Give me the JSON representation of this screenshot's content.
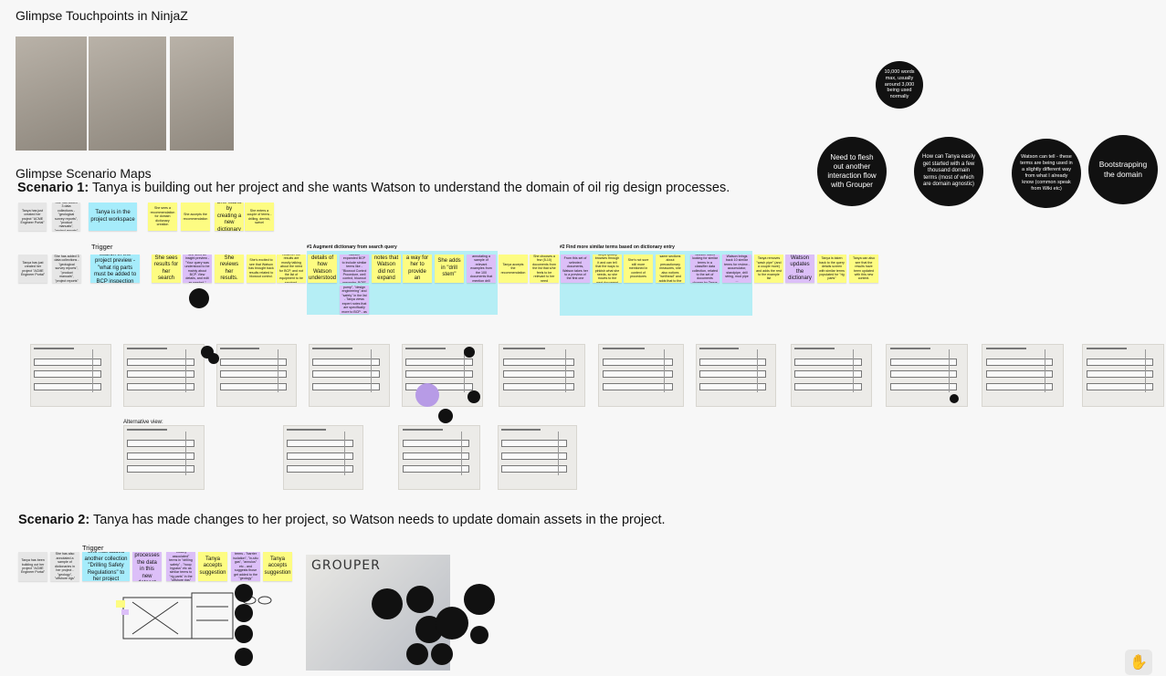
{
  "title": "Glimpse Touchpoints in NinjaZ",
  "subtitle": "Glimpse Scenario Maps",
  "scenario1": {
    "label": "Scenario 1:",
    "text": " Tanya is building out her project and she wants Watson to understand the domain of oil rig design processes."
  },
  "scenario2": {
    "label": "Scenario 2:",
    "text": " Tanya has made changes to her project, so Watson needs to update domain assets in the project."
  },
  "trigger": "Trigger",
  "region1": "#1 Augment dictionary from search query",
  "region2": "#2 Find more similar terms based on dictionary entry",
  "alt_view": "Alternative view:",
  "colors": {
    "grey": "#e6e6e6",
    "blue": "#a6ecfb",
    "yellow": "#fdfc82",
    "purple": "#dcbff8"
  },
  "row1": [
    {
      "c": "grey",
      "t": "Tanya has just created her project \"ACME Engineer Portal\""
    },
    {
      "c": "grey",
      "t": "She has added 3 data collections - \"geological survey reports\", \"product manuals\", \"project reports\""
    },
    {
      "c": "blue",
      "t": "Tanya is in the project workspace",
      "big": true
    },
    {
      "c": "yellow",
      "t": "She sees a recommendation for domain dictionary creation"
    },
    {
      "c": "yellow",
      "t": "She accepts the recommendation"
    },
    {
      "c": "yellow",
      "t": "She starts by creating a new dictionary",
      "big": true
    },
    {
      "c": "yellow",
      "t": "She enters a couple of terms - drilling, derrick, swivel"
    }
  ],
  "row2": [
    {
      "c": "grey",
      "t": "Tanya has just created her project \"ACME Engineer Portal\""
    },
    {
      "c": "grey",
      "t": "She has added 3 data collections - \"geological survey reports\", \"product manuals\", \"project reports\""
    },
    {
      "c": "blue",
      "t": "Tanya runs a search in the project preview - \"what rig parts must be added to BCP inspection list\"",
      "big": true
    },
    {
      "c": "yellow",
      "t": "She sees results for her search",
      "big": true
    },
    {
      "c": "purple",
      "t": "She sees an insight preview - \"Your query was understood to be mainly about BCP. View details, and edit as needed.\""
    },
    {
      "c": "yellow",
      "t": "She reviews her results.",
      "big": true
    },
    {
      "c": "yellow",
      "t": "She's excited to see that Watson has brought back results related to blowout control."
    },
    {
      "c": "yellow",
      "t": "However the results are mostly talking about the need for BCP, and not the list of equipment to be serviced."
    },
    {
      "c": "yellow",
      "t": "She views details of how Watson understood her query.",
      "big": true
    },
    {
      "c": "purple",
      "t": "Watson expanded BCP to include similar terms like - \"Blowout Control Procedure, well control, blowout preventer, BOP\""
    },
    {
      "c": "yellow",
      "t": "She also notes that Watson did not expand rig parts.",
      "big": true
    },
    {
      "c": "yellow",
      "t": "She sees a way for her to provide an example",
      "big": true
    },
    {
      "c": "yellow",
      "t": "She adds in \"drill stem\"",
      "big": true
    },
    {
      "c": "purple",
      "t": "Watson recommends annotating a sample of relevant examples from the 100 documents that mention drill stem in her project."
    },
    {
      "c": "yellow",
      "t": "Tanya accepts the recommendation"
    },
    {
      "c": "yellow",
      "t": "She chooses a few (5-10) documents from the list that s/he feels to be relevant to her need"
    },
    {
      "c": "purple",
      "t": "From this set of selected documents, Watson takes her to a preview of the first one"
    },
    {
      "c": "yellow",
      "t": "Tanya quickly browses through it and can tell that the ways to pinkish what she needs, so she moves to the next document"
    },
    {
      "c": "yellow",
      "t": "She's not sure still more mentioned in context of procedures"
    },
    {
      "c": "yellow",
      "t": "While skilled same sections about precautionary measures, she also notices \"wellhead\" and adds that to the list too"
    },
    {
      "c": "purple",
      "t": "Watson starts looking for similar terms in a classifier data collection, related to the set of documents chosen by Tanya"
    },
    {
      "c": "purple",
      "t": "Watson brings back 10 similar terms for review - accumulator, standpipe, drill string, mud pipe ..."
    },
    {
      "c": "yellow",
      "t": "Tanya removes \"wash pipe\" (and a couple more) and adds the rest to the example list"
    },
    {
      "c": "purple",
      "t": "Watson updates the dictionary",
      "big": true
    },
    {
      "c": "yellow",
      "t": "Tanya is taken back to the query details screen with similar terms populated for \"rig parts\""
    },
    {
      "c": "yellow",
      "t": "Tanya can also see that the results have been updated with this new context."
    }
  ],
  "row2_extra": {
    "c": "purple",
    "t": "It is also including \"crane pump\", \"design engineering\" and \"safety\" in the list - Tanya views expert notes that are specifically more to BCP - as any remains there."
  },
  "row3": [
    {
      "c": "grey",
      "t": "Tanya has been building out her project \"ACME Engineer Portal\""
    },
    {
      "c": "grey",
      "t": "She has also annotated a sample of dictionaries in her project - \"geology\", \"offshore rigs\""
    },
    {
      "c": "blue",
      "t": "She has added another collection \"Drilling Safety Regulations\" to her project",
      "big": true
    },
    {
      "c": "purple",
      "t": "Watson processes the data in this new dataset",
      "big": true
    },
    {
      "c": "purple",
      "t": "Watson suggests \"closely associated\" terms in \"drilling safety\" - \"hoop bypass\" etc as similar terms to \"rig parts\" in the \"offshore rigs\" dictionary"
    },
    {
      "c": "yellow",
      "t": "Tanya accepts suggestion",
      "big": true
    },
    {
      "c": "purple",
      "t": "Watson picks up terms - \"barrier isolation\", \"in-situ gas\", \"annulus\" etc - and suggests those get added to the \"geology\" dictionary"
    },
    {
      "c": "yellow",
      "t": "Tanya accepts suggestion",
      "big": true
    }
  ],
  "circles": [
    "10,000 words max, usually around 3,000 being used normally",
    "Need to flesh out another interaction flow with Grouper",
    "How can Tanya easily get started with a few thousand domain terms (most of which are domain agnostic)",
    "Watson can tell - these terms are being used in a slightly different way from what I already know (common speak from Wiki etc)",
    "Bootstrapping the domain"
  ],
  "photo_label": "GROUPER"
}
